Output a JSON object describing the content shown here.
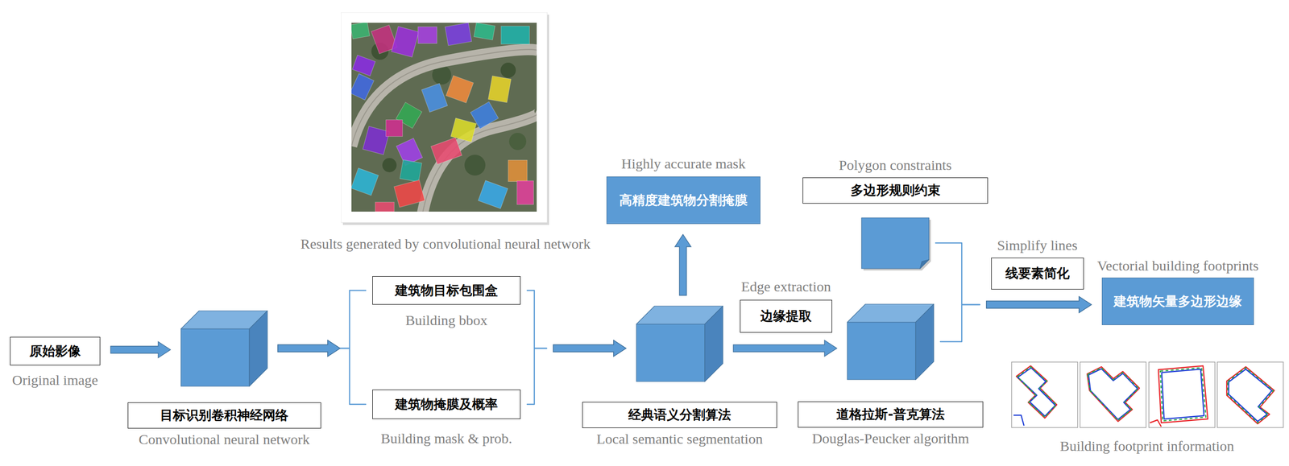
{
  "diagram": {
    "nodes": [
      {
        "text": [
          "原始影像",
          "Original image"
        ]
      },
      {
        "text": [
          "目标识别卷积神经网络",
          "Convolutional neural network"
        ]
      },
      {
        "text": [
          "建筑物目标包围盒",
          "Building bbox"
        ]
      },
      {
        "text": [
          "建筑物掩膜及概率",
          "Building mask & prob."
        ]
      },
      {
        "text": [
          "经典语义分割算法",
          "Local semantic segmentation"
        ]
      },
      {
        "text": [
          "Highly accurate mask",
          "高精度建筑物分割掩膜"
        ]
      },
      {
        "text": [
          "Edge extraction",
          "边缘提取"
        ]
      },
      {
        "text": [
          "Polygon constraints",
          "多边形规则约束"
        ]
      },
      {
        "text": [
          "道格拉斯-普克算法",
          "Douglas-Peucker algorithm"
        ]
      },
      {
        "text": [
          "Simplify lines",
          "线要素简化"
        ]
      },
      {
        "text": [
          "Vectorial building footprints",
          "建筑物矢量多边形边缘"
        ]
      }
    ],
    "edges": [
      {
        "from": 0,
        "to": 1,
        "arrow": "to"
      },
      {
        "from": 1,
        "to": 2,
        "arrow": "to"
      },
      {
        "from": 1,
        "to": 3,
        "arrow": "to"
      },
      {
        "from": 2,
        "to": 4,
        "arrow": "to"
      },
      {
        "from": 3,
        "to": 4,
        "arrow": "to"
      },
      {
        "from": 4,
        "to": 5,
        "arrow": "to"
      },
      {
        "from": 4,
        "to": 8,
        "arrow": "to"
      },
      {
        "from": 7,
        "to": 10,
        "arrow": "to"
      },
      {
        "from": 8,
        "to": 10,
        "arrow": "to"
      }
    ],
    "labels": [
      "Results generated by convolutional neural network",
      "Building footprint information"
    ]
  }
}
